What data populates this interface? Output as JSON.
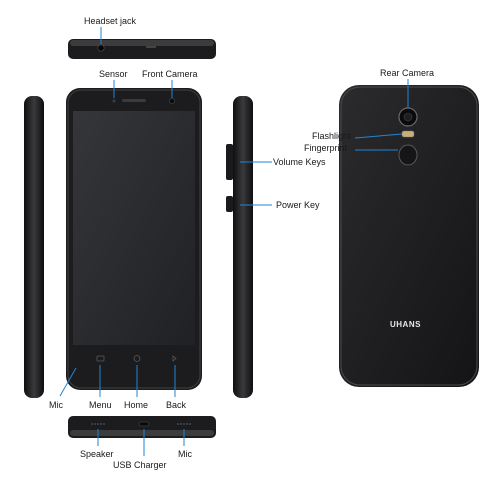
{
  "colors": {
    "body": "#1c1c1e",
    "screen": "#2a2b2e",
    "leader": "#1f86d6",
    "text": "#1a1a1a"
  },
  "labels": {
    "headset_jack": "Headset jack",
    "sensor": "Sensor",
    "front_camera": "Front Camera",
    "rear_camera": "Rear Camera",
    "flashlight": "Flashlight",
    "fingerprint": "Fingerprint",
    "volume_keys": "Volume Keys",
    "power_key": "Power Key",
    "mic_left": "Mic",
    "menu": "Menu",
    "home": "Home",
    "back": "Back",
    "speaker": "Speaker",
    "usb_charger": "USB Charger",
    "mic_bottom": "Mic"
  },
  "brand": "UHANS"
}
